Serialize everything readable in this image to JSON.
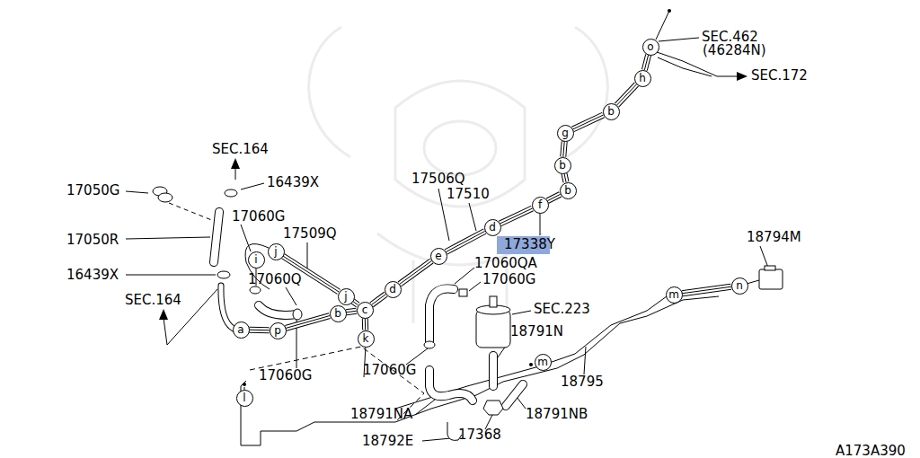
{
  "diagram": {
    "nodes": [
      {
        "text": [
          "o"
        ]
      },
      {
        "text": [
          "h"
        ]
      },
      {
        "text": [
          "b"
        ]
      },
      {
        "text": [
          "g"
        ]
      },
      {
        "text": [
          "b"
        ]
      },
      {
        "text": [
          "b"
        ]
      },
      {
        "text": [
          "f"
        ]
      },
      {
        "text": [
          "d"
        ]
      },
      {
        "text": [
          "e"
        ]
      },
      {
        "text": [
          "j"
        ]
      },
      {
        "text": [
          "i"
        ]
      },
      {
        "text": [
          "d"
        ]
      },
      {
        "text": [
          "j"
        ]
      },
      {
        "text": [
          "m"
        ]
      },
      {
        "text": [
          "n"
        ]
      },
      {
        "text": [
          "c"
        ]
      },
      {
        "text": [
          "b"
        ]
      },
      {
        "text": [
          "a"
        ]
      },
      {
        "text": [
          "p"
        ]
      },
      {
        "text": [
          "k"
        ]
      },
      {
        "text": [
          "m"
        ]
      },
      {
        "text": [
          "l"
        ]
      }
    ],
    "edges": [
      {
        "from": 0,
        "to": 1,
        "arrow": "none"
      },
      {
        "from": 1,
        "to": 2,
        "arrow": "none"
      },
      {
        "from": 2,
        "to": 3,
        "arrow": "none"
      },
      {
        "from": 3,
        "to": 4,
        "arrow": "none"
      },
      {
        "from": 4,
        "to": 5,
        "arrow": "none"
      },
      {
        "from": 5,
        "to": 6,
        "arrow": "none"
      },
      {
        "from": 6,
        "to": 7,
        "arrow": "none"
      },
      {
        "from": 7,
        "to": 8,
        "arrow": "none"
      },
      {
        "from": 8,
        "to": 11,
        "arrow": "none"
      },
      {
        "from": 11,
        "to": 15,
        "arrow": "none"
      },
      {
        "from": 17,
        "to": 18,
        "arrow": "none"
      },
      {
        "from": 18,
        "to": 16,
        "arrow": "none"
      },
      {
        "from": 16,
        "to": 15,
        "arrow": "none"
      },
      {
        "from": 9,
        "to": 12,
        "arrow": "none"
      },
      {
        "from": 12,
        "to": 15,
        "arrow": "none"
      },
      {
        "from": 15,
        "to": 19,
        "arrow": "none"
      },
      {
        "from": 13,
        "to": 14,
        "arrow": "none"
      }
    ],
    "labels": [
      "SEC.462",
      "(46284N)",
      "SEC.172",
      "17506Q",
      "17510",
      "17338Y",
      "18794M",
      "17060QA",
      "17060G",
      "SEC.223",
      "18791N",
      "18795",
      "18791NB",
      "18791NA",
      "18792E",
      "17368",
      "17060G",
      "17060G",
      "17060Q",
      "17060G",
      "17509Q",
      "17050G",
      "17050R",
      "16439X",
      "16439X",
      "SEC.164",
      "SEC.164",
      "A173A390"
    ]
  }
}
